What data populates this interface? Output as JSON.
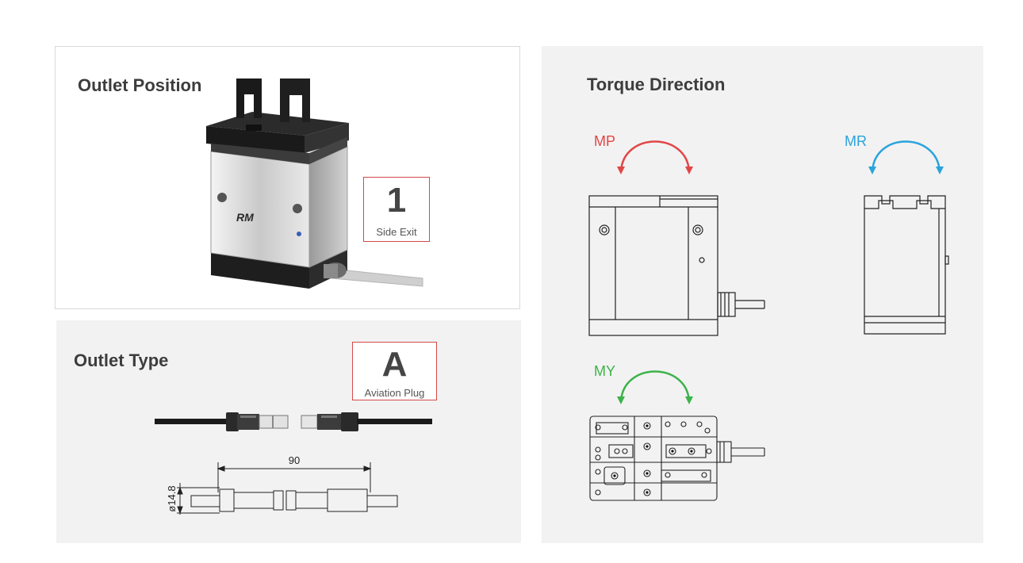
{
  "outlet_position": {
    "title": "Outlet Position",
    "option_code": "1",
    "option_label": "Side Exit"
  },
  "outlet_type": {
    "title": "Outlet Type",
    "option_code": "A",
    "option_label": "Aviation Plug",
    "dimensions": {
      "length": "90",
      "diameter": "ø14.8"
    }
  },
  "torque_direction": {
    "title": "Torque Direction",
    "axes": [
      {
        "label": "MP",
        "color": "#e14646"
      },
      {
        "label": "MR",
        "color": "#2aa3dc"
      },
      {
        "label": "MY",
        "color": "#3db24a"
      }
    ]
  },
  "colors": {
    "tag_border": "#d44a4a",
    "panel_bg": "#f2f2f2"
  }
}
